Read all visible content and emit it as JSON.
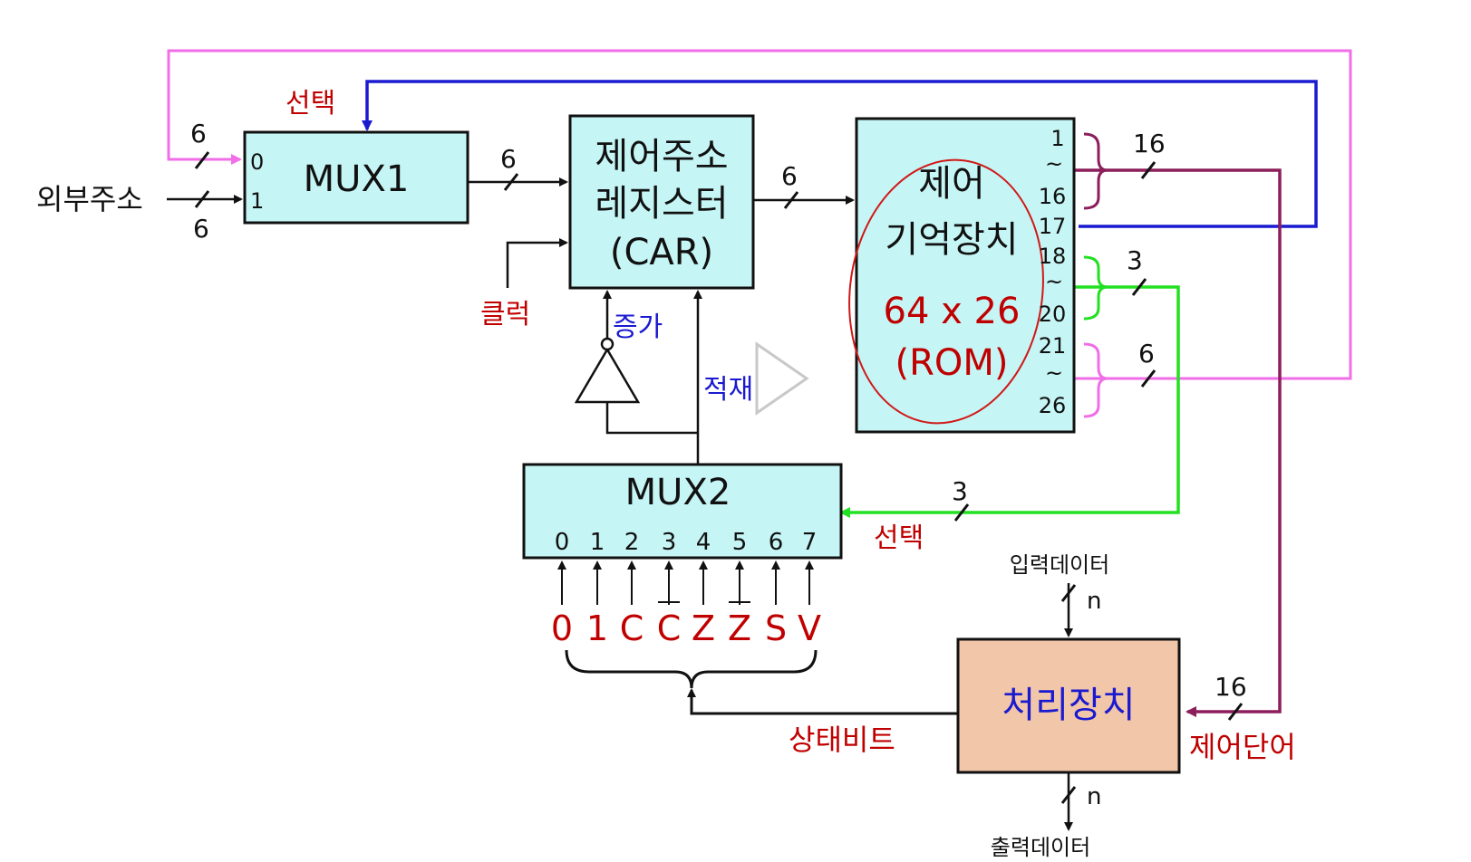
{
  "colors": {
    "box_fill": "#c6f5f5",
    "processor_fill": "#f2c6a8",
    "select_line_pink": "#f06ee8",
    "select_line_blue": "#1a1ad0",
    "cond_line_green": "#22e022",
    "control_word_line": "#8c1e5c",
    "label_red": "#c00000",
    "label_blue": "#1a1ad0",
    "annotation_red": "#d01818"
  },
  "mux1": {
    "title": "MUX1",
    "in0": "0",
    "in1": "1",
    "select_label": "선택",
    "ext_addr_label": "외부주소",
    "in0_width": "6",
    "in1_width": "6",
    "out_width": "6"
  },
  "car": {
    "line1": "제어주소",
    "line2": "레지스터",
    "line3": "(CAR)",
    "clock_label": "클럭",
    "increment_label": "증가",
    "load_label": "적재",
    "out_width": "6"
  },
  "rom": {
    "line1": "제어",
    "line2": "기억장치",
    "size": "64 x 26",
    "type": "(ROM)",
    "bits": [
      "1",
      "~",
      "16",
      "17",
      "18",
      "~",
      "20",
      "21",
      "~",
      "26"
    ],
    "width_16": "16",
    "width_3": "3",
    "width_6": "6"
  },
  "mux2": {
    "title": "MUX2",
    "inputs": [
      "0",
      "1",
      "2",
      "3",
      "4",
      "5",
      "6",
      "7"
    ],
    "select_label": "선택",
    "select_width": "3",
    "conditions": [
      "0",
      "1",
      "C",
      "C",
      "Z",
      "Z",
      "S",
      "V"
    ]
  },
  "processor": {
    "title": "처리장치",
    "input_label": "입력데이터",
    "output_label": "출력데이터",
    "in_width": "n",
    "out_width": "n",
    "status_label": "상태비트",
    "control_word_label": "제어단어",
    "control_width": "16"
  },
  "icons": {
    "play": "play-icon"
  }
}
